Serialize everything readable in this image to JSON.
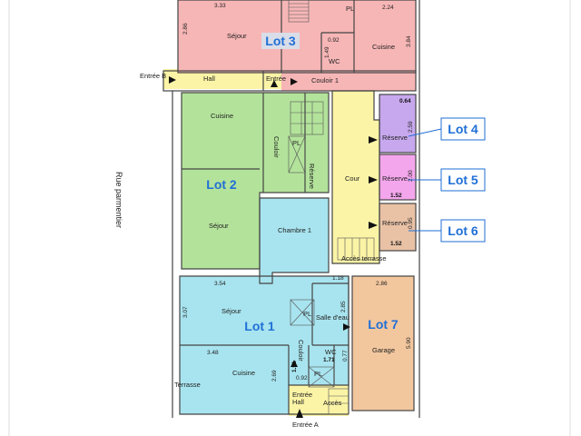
{
  "colors": {
    "lot1": "#a8e4ef",
    "lot2": "#b3e39b",
    "lot3": "#f7b6b6",
    "lot4": "#c7a8ee",
    "lot5": "#f3a6ec",
    "lot6": "#e9c2a6",
    "lot7": "#f3c79e",
    "common": "#fbf4a6",
    "callout_blue": "#1f6fd6"
  },
  "street": {
    "name": "Rue parmentier"
  },
  "lots": {
    "lot1": "Lot 1",
    "lot2": "Lot 2",
    "lot3": "Lot 3",
    "lot4": "Lot 4",
    "lot5": "Lot 5",
    "lot6": "Lot 6",
    "lot7": "Lot 7"
  },
  "rooms": {
    "sejour_lot3": "Séjour",
    "cuisine_lot3": "Cuisine",
    "wc_lot3": "WC",
    "pl_lot3": "PL",
    "entree_b": "Entrée B",
    "hall_top": "Hall",
    "entree_top": "Entrée",
    "couloir1": "Couloir 1",
    "cuisine_lot2": "Cuisine",
    "couloir_lot2": "Couloir",
    "pl_lot2": "PL",
    "reserve_lot2": "Réserve",
    "sejour_lot2": "Séjour",
    "chambre1": "Chambre 1",
    "cour": "Cour",
    "reserve_lot4": "Réserve",
    "reserve_lot5": "Réserve",
    "reserve_lot6": "Réserve",
    "acces_terrasse": "Accès terrasse",
    "sejour_lot1": "Séjour",
    "pl_lot1": "PL",
    "salle_deau": "Salle d'eau",
    "couloir_lot1": "Couloir",
    "wc_lot1": "WC",
    "cuisine_lot1": "Cuisine",
    "terrasse": "Terrasse",
    "pl_lot1b": "PL",
    "entree_hall": "Entrée\nHall",
    "acces": "Accès",
    "entree_a": "Entrée A",
    "garage": "Garage"
  },
  "dimensions": {
    "d333": "3.33",
    "d224": "2.24",
    "d286_top": "2.86",
    "d092_top": "0.92",
    "d149": "1.49",
    "d384": "3.84",
    "d064": "0.64",
    "d259": "2.59",
    "d200": "2.00",
    "d152a": "1.52",
    "d095": "0.95",
    "d152b": "1.52",
    "d118": "1.18",
    "d354": "3.54",
    "d307": "3.07",
    "d285": "2.85",
    "d348": "3.48",
    "d269": "2.69",
    "d151": "1.51",
    "d171": "1.71",
    "d077": "0.77",
    "d092_bot": "0.92",
    "d286_bot": "2.86",
    "d590": "5.90"
  }
}
